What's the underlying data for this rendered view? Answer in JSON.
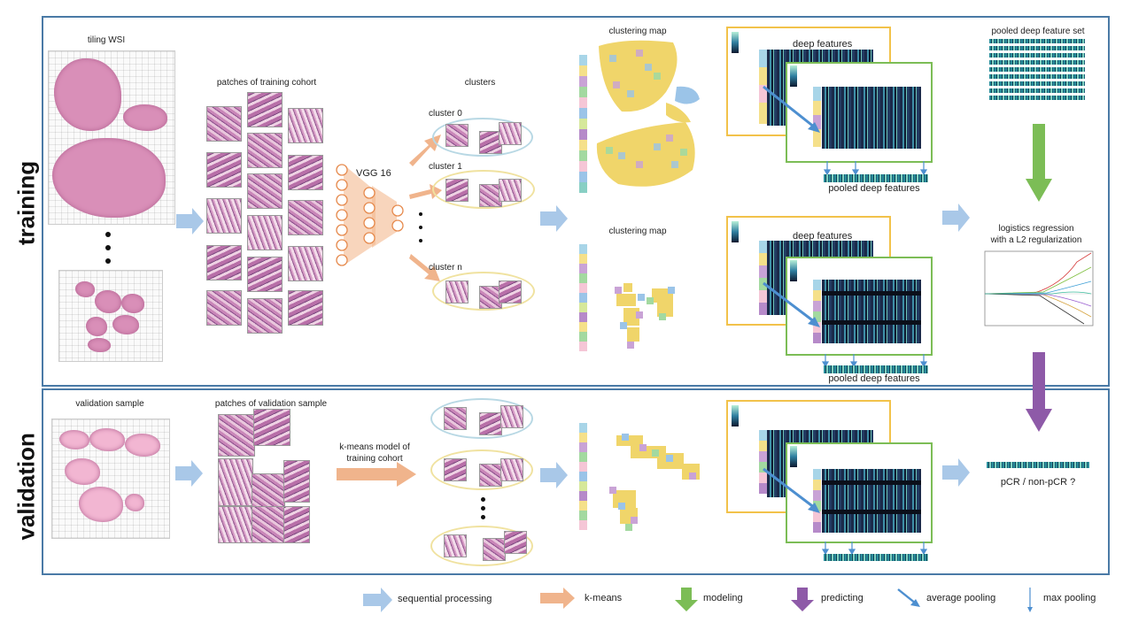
{
  "sections": {
    "training": "training",
    "validation": "validation"
  },
  "training": {
    "tiling_wsi": "tiling WSI",
    "patches": "patches of training cohort",
    "vgg": "VGG 16",
    "clusters": "clusters",
    "cluster_labels": [
      "cluster 0",
      "cluster 1",
      "cluster n"
    ],
    "clustering_map": "clustering map",
    "deep_features": "deep features",
    "pooled_deep_features": "pooled deep features",
    "pooled_feature_set": "pooled  deep feature set",
    "lr_line1": "logistics regression",
    "lr_line2": "with a L2 regularization"
  },
  "validation": {
    "sample": "validation sample",
    "patches": "patches of validation sample",
    "kmeans_line1": "k-means model of",
    "kmeans_line2": "training cohort",
    "clustering_map": "",
    "pooled_deep_features": "",
    "result": "pCR / non-pCR ?"
  },
  "legend": [
    {
      "label": "sequential processing",
      "icon": "blue-arrow-icon",
      "color": "#a9c8e8"
    },
    {
      "label": "k-means",
      "icon": "orange-arrow-icon",
      "color": "#f0b48c"
    },
    {
      "label": "modeling",
      "icon": "green-arrow-icon",
      "color": "#7cbd56"
    },
    {
      "label": "predicting",
      "icon": "purple-arrow-icon",
      "color": "#8e5aa8"
    },
    {
      "label": "average pooling",
      "icon": "avg-pool-arrow-icon",
      "color": "#4d8fd0"
    },
    {
      "label": "max pooling",
      "icon": "max-pool-arrow-icon",
      "color": "#4d8fd0"
    }
  ],
  "colors": {
    "frame": "#4a7aa6",
    "heatmap_frame_yellow": "#f2c24a",
    "heatmap_frame_green": "#7cbd56",
    "ellipse_blue": "#b8d8e4",
    "ellipse_yellow": "#f0e2a0"
  }
}
